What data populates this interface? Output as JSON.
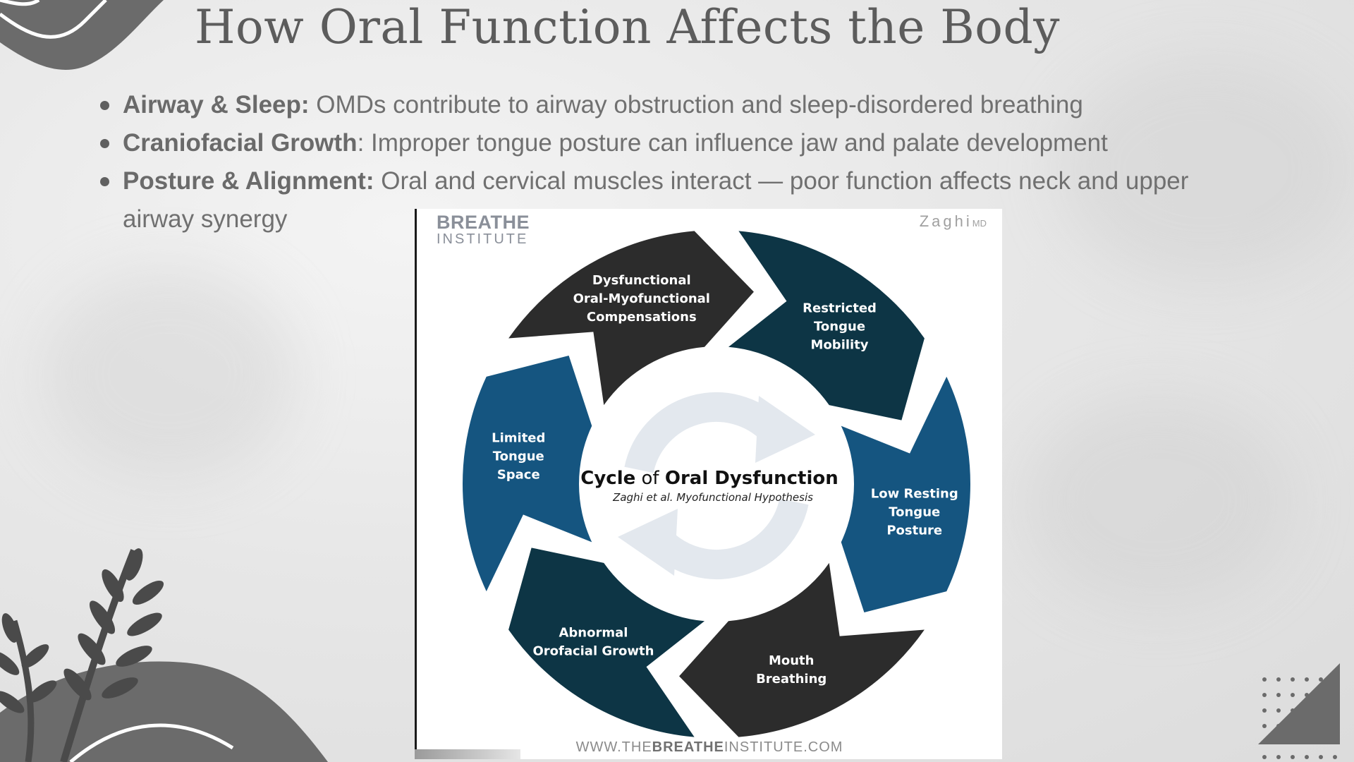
{
  "slide": {
    "title": "How Oral Function Affects the Body",
    "bullets": [
      {
        "term": "Airway & Sleep:",
        "text": " OMDs contribute to airway obstruction and sleep-disordered breathing"
      },
      {
        "term": "Craniofacial Growth",
        "text": ": Improper tongue posture can influence jaw and palate development"
      },
      {
        "term": "Posture & Alignment:",
        "text": " Oral and cervical muscles interact — poor function affects neck and upper airway synergy"
      }
    ]
  },
  "diagram": {
    "logo_left_line1": "BREATHE",
    "logo_left_line2": "INSTITUTE",
    "logo_right": "Zaghi",
    "logo_right_suffix": "MD",
    "center_title_bold1": "Cycle",
    "center_title_of": " of ",
    "center_title_bold2": "Oral Dysfunction",
    "center_subtitle": "Zaghi et al. Myofunctional Hypothesis",
    "segments": [
      {
        "lines": [
          "Dysfunctional",
          "Oral-Myofunctional",
          "Compensations"
        ],
        "color": "#2c2c2c"
      },
      {
        "lines": [
          "Restricted",
          "Tongue",
          "Mobility"
        ],
        "color": "#0d3545"
      },
      {
        "lines": [
          "Low Resting",
          "Tongue",
          "Posture"
        ],
        "color": "#155580"
      },
      {
        "lines": [
          "Mouth",
          "Breathing"
        ],
        "color": "#2c2c2c"
      },
      {
        "lines": [
          "Abnormal",
          "Orofacial Growth"
        ],
        "color": "#0d3545"
      },
      {
        "lines": [
          "Limited",
          "Tongue",
          "Space"
        ],
        "color": "#155580"
      }
    ],
    "footer_pre": "WWW.THE",
    "footer_bold": "BREATHE",
    "footer_post": "INSTITUTE.COM"
  },
  "colors": {
    "title": "#5c5c5c",
    "body_text": "#707070",
    "decor_gray": "#6b6b6b",
    "ring_dark": "#2c2c2c",
    "ring_navy": "#0d3545",
    "ring_blue": "#155580"
  },
  "icons": [
    "refresh-cycle-icon",
    "leaf-plant-icon",
    "wave-decoration-icon",
    "triangle-decoration-icon",
    "dot-grid-icon"
  ]
}
